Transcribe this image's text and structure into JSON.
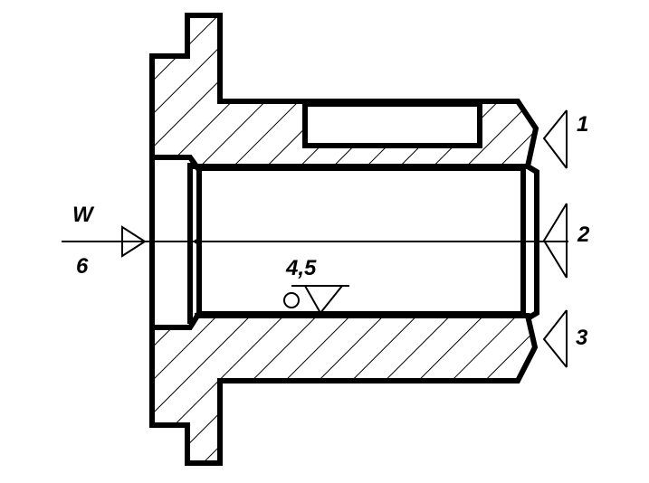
{
  "labels": {
    "left_top": "W",
    "left_bottom": "6",
    "roughness": "4,5",
    "support_1": "1",
    "support_2": "2",
    "support_3": "3"
  },
  "colors": {
    "line": "#000000",
    "background": "#ffffff"
  }
}
